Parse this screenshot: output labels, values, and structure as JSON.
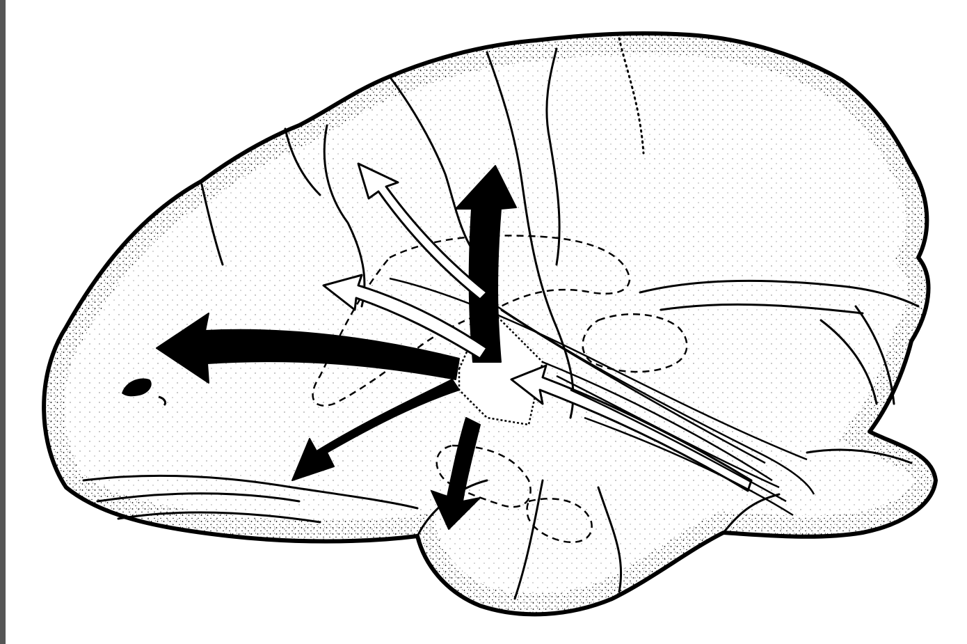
{
  "figure": {
    "ink_color": "#000000",
    "paper_color": "#ffffff",
    "frame_color": "#555555",
    "stipple": true
  },
  "arrows": [
    {
      "name": "arrow-frontal-black",
      "style": "solid"
    },
    {
      "name": "arrow-dorsal-black",
      "style": "solid"
    },
    {
      "name": "arrow-ventral-frontal-black",
      "style": "solid"
    },
    {
      "name": "arrow-temporal-black",
      "style": "solid"
    },
    {
      "name": "arrow-dorsal-outline",
      "style": "outline"
    },
    {
      "name": "arrow-parietal-outline",
      "style": "outline"
    },
    {
      "name": "arrow-occipital-outline",
      "style": "outline"
    }
  ]
}
